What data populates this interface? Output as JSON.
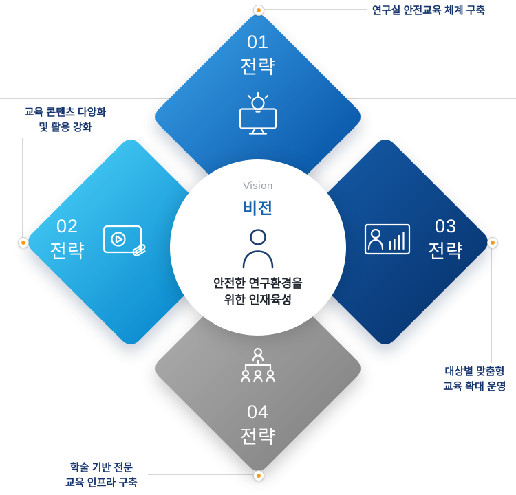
{
  "palette": {
    "top_grad_a": "#2e8ed8",
    "top_grad_b": "#0d5cae",
    "left_grad_a": "#3cc0ee",
    "left_grad_b": "#0f8fd2",
    "right_grad_a": "#12549e",
    "right_grad_b": "#0a3a78",
    "bottom_grad_a": "#a6a6a6",
    "bottom_grad_b": "#8a8a8a",
    "accent_dot": "#f29c1f",
    "callout_text": "#16356d",
    "vision_blue": "#1a63ad",
    "line_color": "#d6d6d6"
  },
  "center": {
    "vision_en": "Vision",
    "vision_ko": "비전",
    "statement_line1": "안전한 연구환경을",
    "statement_line2": "위한 인재육성"
  },
  "diamonds": {
    "top": {
      "number": "01",
      "label": "전략"
    },
    "left": {
      "number": "02",
      "label": "전략"
    },
    "right": {
      "number": "03",
      "label": "전략"
    },
    "bottom": {
      "number": "04",
      "label": "전략"
    }
  },
  "callouts": {
    "top": "연구실 안전교육 체계 구축",
    "left_line1": "교육 콘텐츠 다양화",
    "left_line2": "및 활용 강화",
    "right_line1": "대상별 맞춤형",
    "right_line2": "교육 확대 운영",
    "bottom_line1": "학술 기반 전문",
    "bottom_line2": "교육 인프라 구축"
  },
  "icons": {
    "top": "lightbulb-screen-icon",
    "left": "video-clip-icon",
    "right": "presenter-chart-icon",
    "bottom": "org-chart-icon",
    "center": "person-icon"
  }
}
